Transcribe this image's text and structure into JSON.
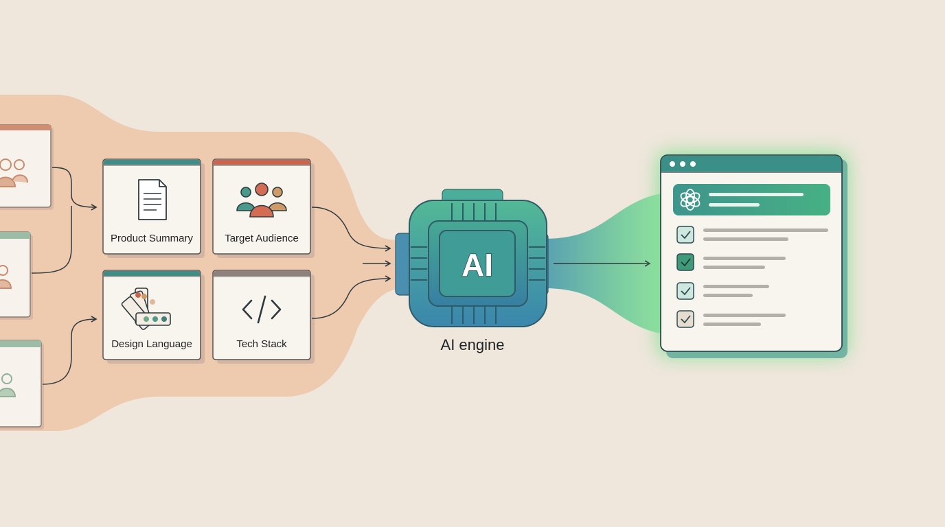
{
  "cards": {
    "product_summary": "Product Summary",
    "target_audience": "Target Audience",
    "design_language": "Design Language",
    "tech_stack": "Tech Stack"
  },
  "engine": {
    "chip_text": "AI",
    "label": "AI engine"
  },
  "output_window": {
    "checklist": [
      {
        "checked": true,
        "style": "teal-light"
      },
      {
        "checked": true,
        "style": "teal-dark"
      },
      {
        "checked": true,
        "style": "teal-light"
      },
      {
        "checked": true,
        "style": "beige"
      }
    ]
  },
  "icons": {
    "product_summary": "document-icon",
    "target_audience": "people-group-icon",
    "design_language": "color-swatch-icon",
    "tech_stack": "code-brackets-icon",
    "engine": "ai-chip-icon",
    "output_header": "openai-logo-icon",
    "checkbox": "checkbox-check-icon"
  },
  "colors": {
    "background": "#efe6dc",
    "input_region": "#edc7a9",
    "teal": "#3a8f86",
    "coral": "#c9654e",
    "chip_gradient_top": "#4fb896",
    "chip_gradient_bottom": "#3a8ab0",
    "output_glow": "#7fe08f",
    "ink": "#2f3a3f"
  }
}
